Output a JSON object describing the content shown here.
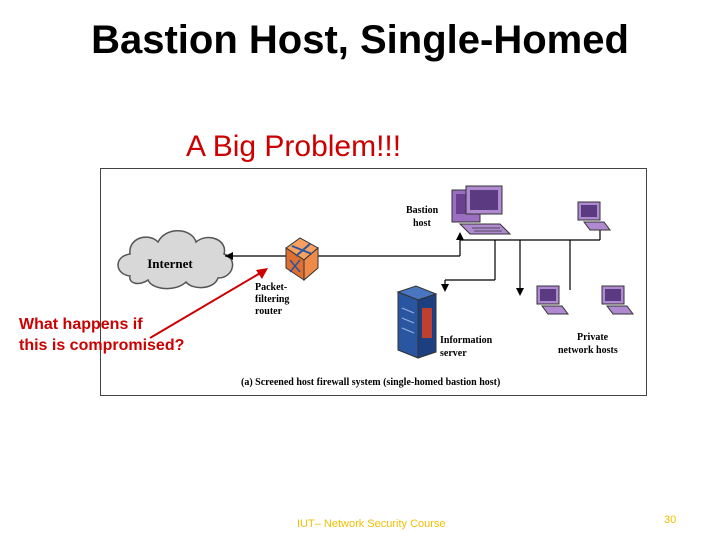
{
  "slide": {
    "title": "Bastion Host, Single-Homed",
    "subtitle": "A Big Problem!!!",
    "callout_line1": "What happens if",
    "callout_line2": "this is compromised?",
    "footer": "IUT– Network Security Course",
    "page_number": "30"
  },
  "diagram": {
    "internet_label": "Internet",
    "bastion_label_line1": "Bastion",
    "bastion_label_line2": "host",
    "router_label_line1": "Packet-",
    "router_label_line2": "filtering",
    "router_label_line3": "router",
    "info_label_line1": "Information",
    "info_label_line2": "server",
    "private_label_line1": "Private",
    "private_label_line2": "network hosts",
    "caption": "(a) Screened host firewall system (single-homed bastion host)"
  },
  "colors": {
    "title": "#000000",
    "subtitle": "#cc0000",
    "callout": "#cc0000",
    "footer": "#f0c000",
    "host": "#9b6fc0",
    "router": "#f08040",
    "server": "#2a55a0"
  }
}
